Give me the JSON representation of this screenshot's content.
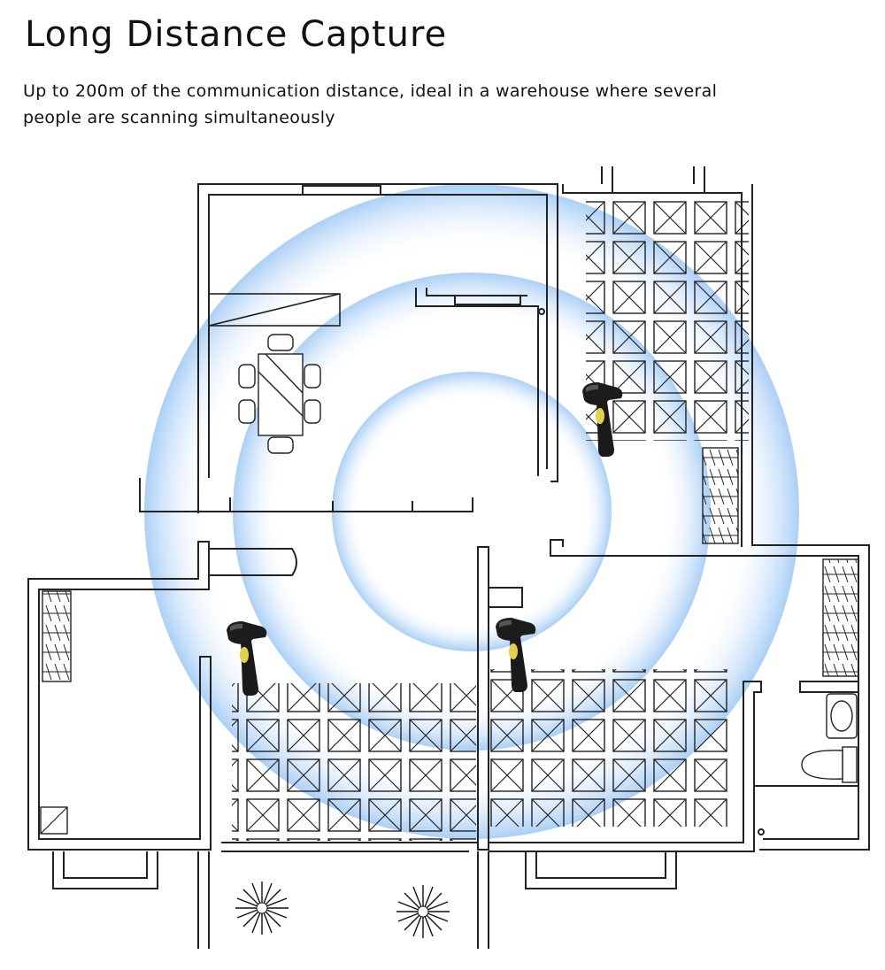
{
  "header": {
    "title": "Long Distance Capture",
    "description": "Up to 200m of the communication distance, ideal in a warehouse where several people are scanning simultaneously"
  },
  "illustration": {
    "signal_color": "#cfe4fb",
    "wall_color": "#222222",
    "icons": [
      "barcode-scanner-icon",
      "box-grid",
      "shelving-rack",
      "sink-icon",
      "toilet-icon",
      "tree-icon",
      "dining-table"
    ],
    "scanner_count": 3
  }
}
